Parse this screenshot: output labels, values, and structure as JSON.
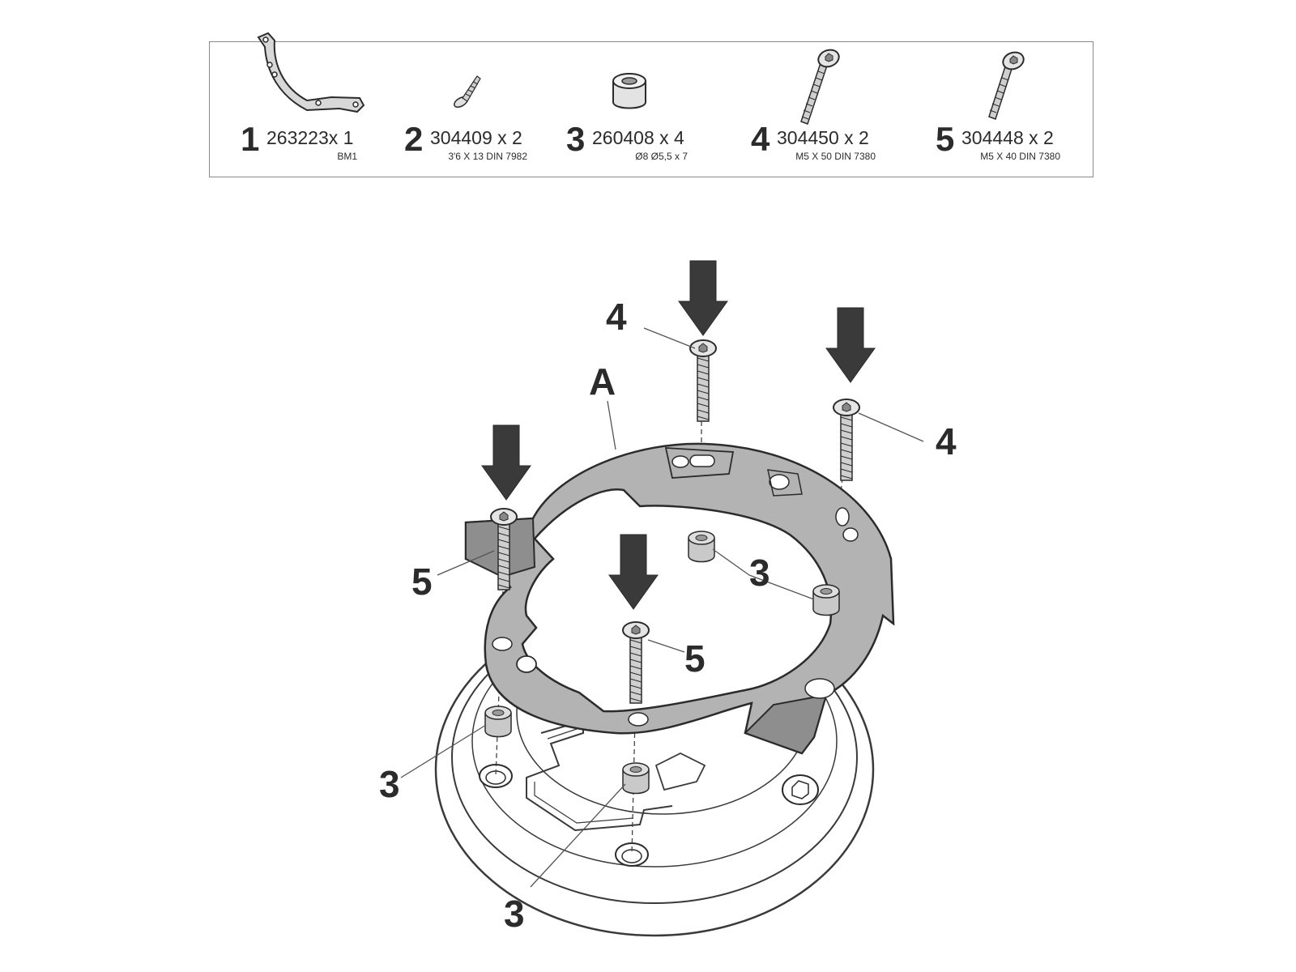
{
  "parts": [
    {
      "number": "1",
      "code": "263223x 1",
      "spec": "BM1",
      "icon": "tank-ring-bracket-icon"
    },
    {
      "number": "2",
      "code": "304409 x 2",
      "spec": "3'6 X 13 DIN 7982",
      "icon": "self-tapping-screw-icon"
    },
    {
      "number": "3",
      "code": "260408 x 4",
      "spec": "Ø8 Ø5,5 x 7",
      "icon": "spacer-icon"
    },
    {
      "number": "4",
      "code": "304450 x 2",
      "spec": "M5 X 50 DIN 7380",
      "icon": "long-bolt-icon"
    },
    {
      "number": "5",
      "code": "304448 x 2",
      "spec": "M5 X 40 DIN 7380",
      "icon": "bolt-icon"
    }
  ],
  "callouts": {
    "ring": "A",
    "bolt_top": "4",
    "bolt_right": "4",
    "bolt_left": "5",
    "bolt_center": "5",
    "spacer_right": "3",
    "spacer_left": "3",
    "spacer_bottom": "3"
  },
  "colors": {
    "ink": "#2b2b2b",
    "ring_fill": "#b3b3b3",
    "spacer_fill": "#c9c9c9",
    "line": "#555555"
  }
}
